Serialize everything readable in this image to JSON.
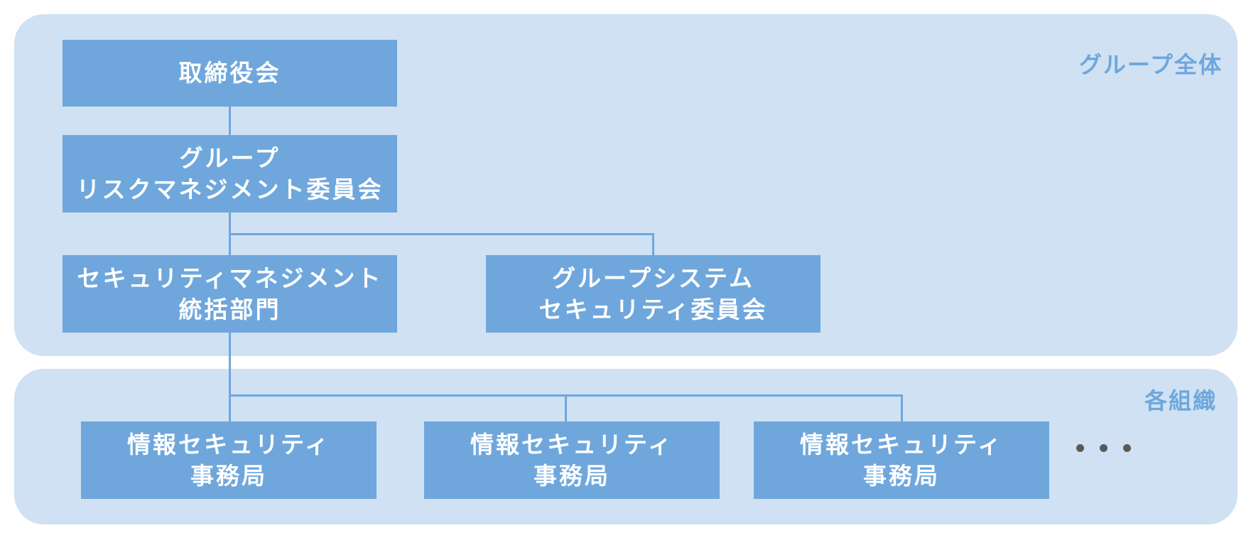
{
  "panels": {
    "group_label": "グループ全体",
    "org_label": "各組織"
  },
  "boxes": {
    "board": [
      "取締役会"
    ],
    "group_risk_committee": [
      "グループ",
      "リスクマネジメント委員会"
    ],
    "security_mgmt_dept": [
      "セキュリティマネジメント",
      "統括部門"
    ],
    "group_system_security_committee": [
      "グループシステム",
      "セキュリティ委員会"
    ],
    "info_security_office_1": [
      "情報セキュリティ",
      "事務局"
    ],
    "info_security_office_2": [
      "情報セキュリティ",
      "事務局"
    ],
    "info_security_office_3": [
      "情報セキュリティ",
      "事務局"
    ]
  },
  "colors": {
    "panel_bg": "#cfe1f3",
    "box_bg": "#6fa7dc",
    "box_text": "#ffffff",
    "label_text": "#6fa7dc",
    "line": "#6fa7dc",
    "ellipsis": "#5a5a5a"
  }
}
